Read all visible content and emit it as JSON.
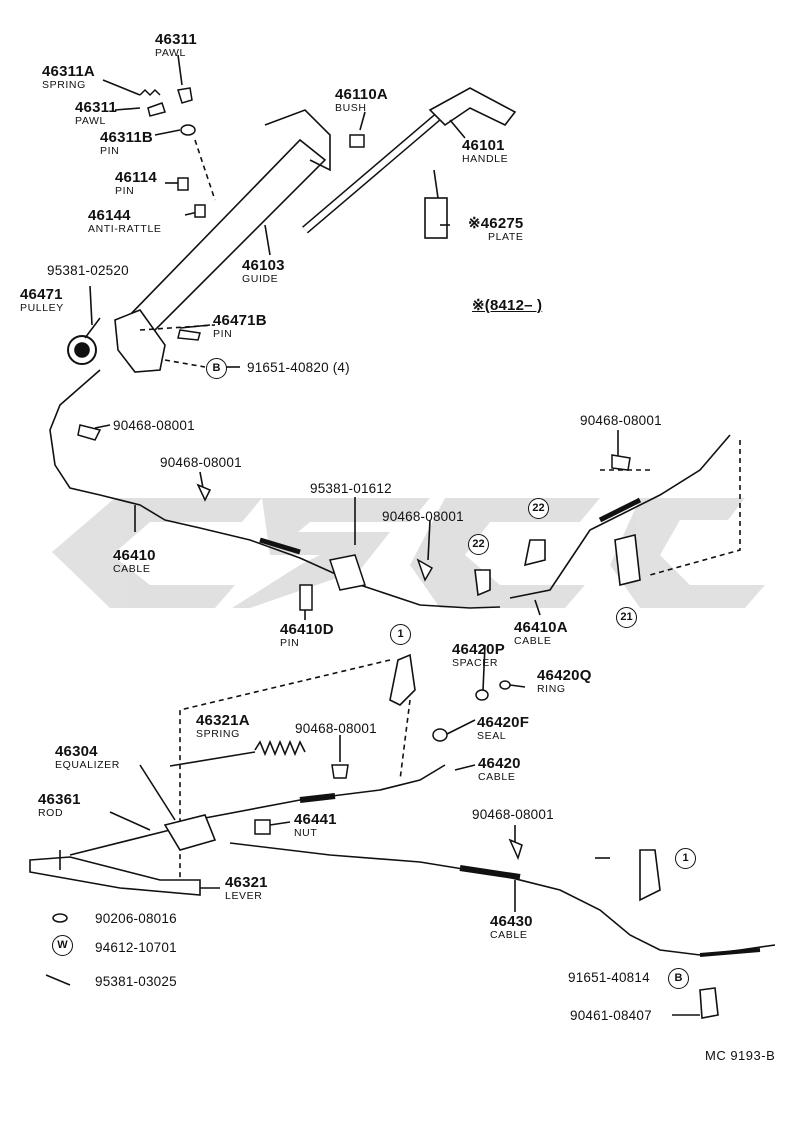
{
  "watermark": "CSGC",
  "parts": [
    {
      "id": "p46311-top",
      "number": "46311",
      "name": "PAWL"
    },
    {
      "id": "p46311A",
      "number": "46311A",
      "name": "SPRING"
    },
    {
      "id": "p46311",
      "number": "46311",
      "name": "PAWL"
    },
    {
      "id": "p46311B",
      "number": "46311B",
      "name": "PIN"
    },
    {
      "id": "p46110A",
      "number": "46110A",
      "name": "BUSH"
    },
    {
      "id": "p46101",
      "number": "46101",
      "name": "HANDLE"
    },
    {
      "id": "p46114",
      "number": "46114",
      "name": "PIN"
    },
    {
      "id": "p46144",
      "number": "46144",
      "name": "ANTI-RATTLE"
    },
    {
      "id": "p46103",
      "number": "46103",
      "name": "GUIDE"
    },
    {
      "id": "p46275",
      "number": "※46275",
      "name": "PLATE"
    },
    {
      "id": "p46471",
      "number": "46471",
      "name": "PULLEY"
    },
    {
      "id": "p46471B",
      "number": "46471B",
      "name": "PIN"
    },
    {
      "id": "p46410",
      "number": "46410",
      "name": "CABLE"
    },
    {
      "id": "p46410D",
      "number": "46410D",
      "name": "PIN"
    },
    {
      "id": "p46410A",
      "number": "46410A",
      "name": "CABLE"
    },
    {
      "id": "p46420P",
      "number": "46420P",
      "name": "SPACER"
    },
    {
      "id": "p46420Q",
      "number": "46420Q",
      "name": "RING"
    },
    {
      "id": "p46321A",
      "number": "46321A",
      "name": "SPRING"
    },
    {
      "id": "p46420F",
      "number": "46420F",
      "name": "SEAL"
    },
    {
      "id": "p46304",
      "number": "46304",
      "name": "EQUALIZER"
    },
    {
      "id": "p46420",
      "number": "46420",
      "name": "CABLE"
    },
    {
      "id": "p46361",
      "number": "46361",
      "name": "ROD"
    },
    {
      "id": "p46441",
      "number": "46441",
      "name": "NUT"
    },
    {
      "id": "p46321",
      "number": "46321",
      "name": "LEVER"
    },
    {
      "id": "p46430",
      "number": "46430",
      "name": "CABLE"
    }
  ],
  "refs": {
    "r95381_02520": "95381-02520",
    "r91651_40820": "91651-40820 (4)",
    "r90468_a": "90468-08001",
    "r90468_b": "90468-08001",
    "r95381_01612": "95381-01612",
    "r90468_c": "90468-08001",
    "r90468_d": "90468-08001",
    "r90468_e": "90468-08001",
    "r90468_f": "90468-08001",
    "r90206": "90206-08016",
    "r94612": "94612-10701",
    "r95381_03025": "95381-03025",
    "r91651_40814": "91651-40814",
    "r90461": "90461-08407"
  },
  "note": "※(8412–        )",
  "markers": {
    "b": "B",
    "w": "W",
    "one": "1",
    "twentytwo": "22",
    "twentyone": "21"
  },
  "figure_code": "MC  9193-B"
}
